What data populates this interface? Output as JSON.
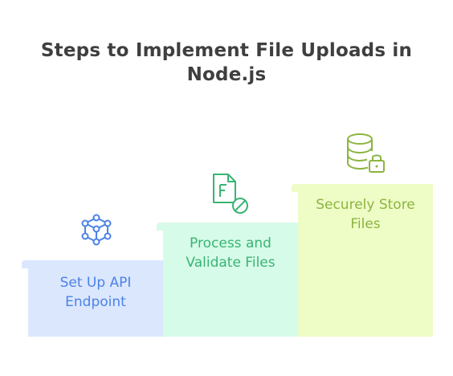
{
  "title": "Steps to Implement File Uploads in Node.js",
  "steps": [
    {
      "label_line1": "Set Up API",
      "label_line2": "Endpoint",
      "icon": "network-nodes-icon",
      "color": "#dbe7fd",
      "text_color": "#4c82e6"
    },
    {
      "label_line1": "Process and",
      "label_line2": "Validate Files",
      "icon": "file-validate-icon",
      "color": "#d6fbe9",
      "text_color": "#39b473"
    },
    {
      "label_line1": "Securely Store",
      "label_line2": "Files",
      "icon": "secure-database-icon",
      "color": "#eefcc6",
      "text_color": "#8bb53f"
    }
  ]
}
